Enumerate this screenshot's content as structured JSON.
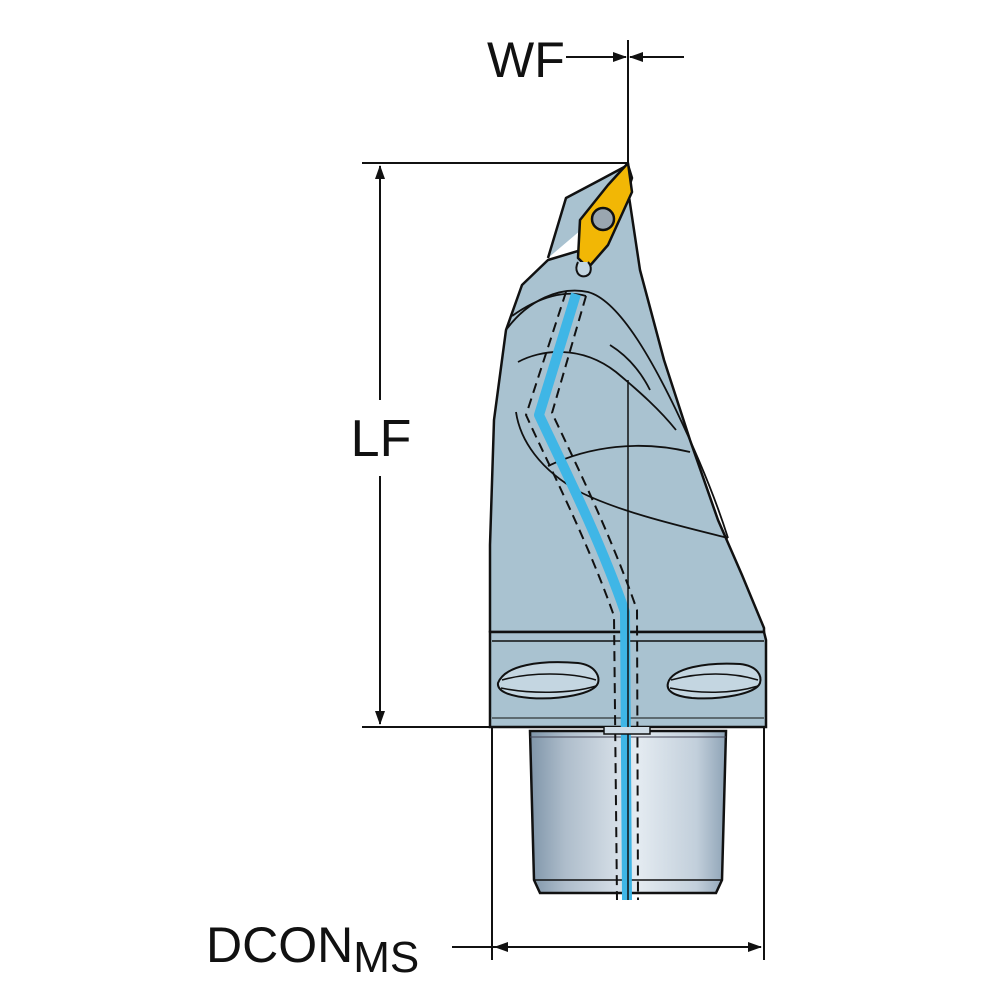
{
  "labels": {
    "wf": "WF",
    "lf": "LF",
    "dcon_main": "DCON",
    "dcon_sub": "MS"
  },
  "colors": {
    "body": "#a9c2d0",
    "body_shade": "#8fadbf",
    "outline": "#111111",
    "insert": "#f2b705",
    "insert_hole": "#9aa6b0",
    "coolant": "#3fb6e6",
    "shank_light": "#dde6ee",
    "shank_dark": "#8a9fb2"
  },
  "icons": {
    "insert": "diamond-insert-icon",
    "screw_left": "clamp-screw-icon",
    "screw_right": "clamp-screw-icon"
  }
}
